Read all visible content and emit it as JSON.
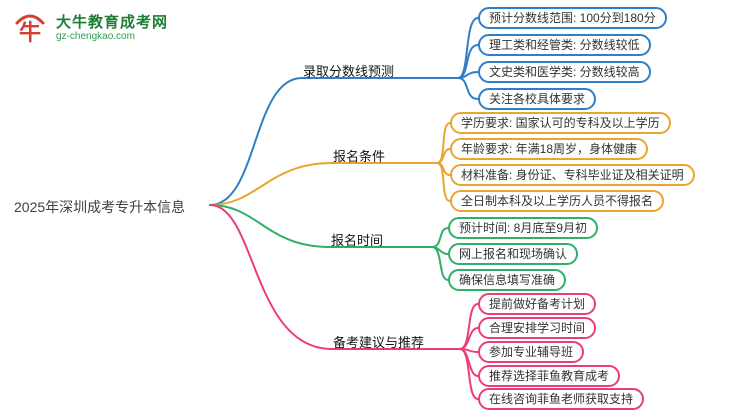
{
  "logo": {
    "title": "大牛教育成考网",
    "subtitle": "gz-chengkao.com",
    "brand_red": "#d43f31",
    "brand_green": "#1e7e34"
  },
  "root": {
    "label": "2025年深圳成考专升本信息"
  },
  "branches": [
    {
      "label": "录取分数线预测",
      "color": "#2f7ec7",
      "children": [
        {
          "label": "预计分数线范围: 100分到180分"
        },
        {
          "label": "理工类和经管类: 分数线较低"
        },
        {
          "label": "文史类和医学类: 分数线较高"
        },
        {
          "label": "关注各校具体要求"
        }
      ]
    },
    {
      "label": "报名条件",
      "color": "#eaa431",
      "children": [
        {
          "label": "学历要求: 国家认可的专科及以上学历"
        },
        {
          "label": "年龄要求: 年满18周岁，身体健康"
        },
        {
          "label": "材料准备: 身份证、专科毕业证及相关证明"
        },
        {
          "label": "全日制本科及以上学历人员不得报名"
        }
      ]
    },
    {
      "label": "报名时间",
      "color": "#2eb06a",
      "children": [
        {
          "label": "预计时间: 8月底至9月初"
        },
        {
          "label": "网上报名和现场确认"
        },
        {
          "label": "确保信息填写准确"
        }
      ]
    },
    {
      "label": "备考建议与推荐",
      "color": "#ea3d7e",
      "children": [
        {
          "label": "提前做好备考计划"
        },
        {
          "label": "合理安排学习时间"
        },
        {
          "label": "参加专业辅导班"
        },
        {
          "label": "推荐选择菲鱼教育成考"
        },
        {
          "label": "在线咨询菲鱼老师获取支持"
        }
      ]
    }
  ]
}
